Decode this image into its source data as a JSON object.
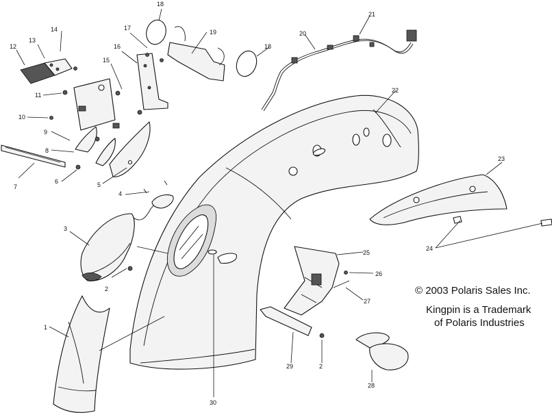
{
  "copyright": "© 2003 Polaris Sales Inc.",
  "trademark_line1": "Kingpin is a Trademark",
  "trademark_line2": "of Polaris Industries",
  "callouts": [
    "1",
    "2",
    "2",
    "3",
    "4",
    "5",
    "6",
    "7",
    "8",
    "9",
    "10",
    "11",
    "12",
    "13",
    "14",
    "15",
    "16",
    "17",
    "18",
    "18",
    "19",
    "20",
    "21",
    "22",
    "23",
    "24",
    "25",
    "26",
    "27",
    "28",
    "29",
    "30"
  ]
}
